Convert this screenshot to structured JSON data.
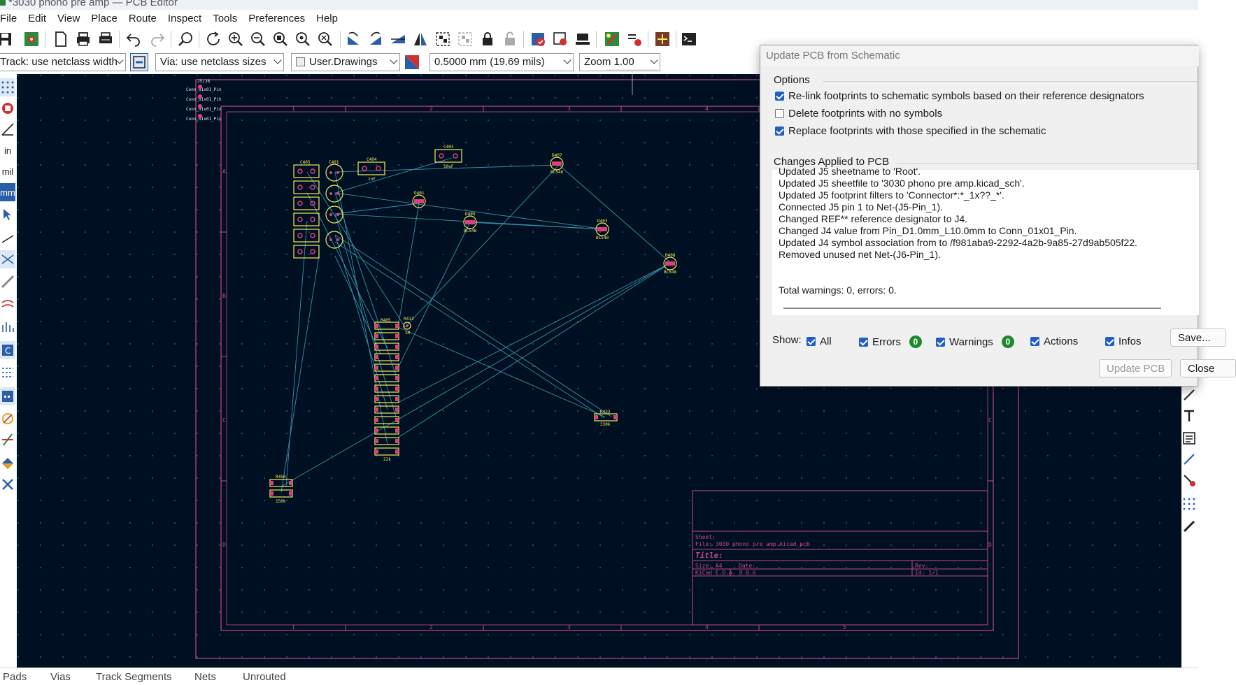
{
  "window": {
    "title": "*3030 phono pre amp — PCB Editor"
  },
  "menu": [
    "File",
    "Edit",
    "View",
    "Place",
    "Route",
    "Inspect",
    "Tools",
    "Preferences",
    "Help"
  ],
  "toolbar2": {
    "track": "Track: use netclass width",
    "via": "Via: use netclass sizes",
    "layer": "User.Drawings",
    "grid": "0.5000 mm (19.69 mils)",
    "zoom": "Zoom 1.00"
  },
  "left_toolbar": {
    "units_in": "in",
    "units_mil": "mil",
    "units_mm": "mm"
  },
  "board": {
    "col_labels": [
      "1",
      "2",
      "3",
      "4",
      "5"
    ],
    "row_labels": [
      "A",
      "B",
      "C",
      "D"
    ],
    "title_block": {
      "sheet": "Sheet:",
      "file": "File: 3030 phono pre amp.kicad_pcb",
      "title": "Title:",
      "size": "Size: A4",
      "date": "Date:",
      "rev": "Rev:",
      "tool": "KiCad E.D.A. 8.0.6",
      "id": "Id: 1/1"
    },
    "connector": {
      "ref": "J5/J6",
      "pins": [
        "Conn_01x01_Pin",
        "Conn_01x01_Pin",
        "Conn_01x01_Pin",
        "Conn_01x01_Pin"
      ]
    },
    "parts": {
      "c405": "C405",
      "c401": "C401",
      "c404": "C404",
      "c403": "C403",
      "c401_val": "1nF",
      "c404_val": "1nF",
      "c403_val": "10uF",
      "d407": "D407",
      "d401": "D401",
      "d405": "D405",
      "d403": "D403",
      "d408": "D408",
      "d_val": "BC548",
      "r_stack_top": "R405",
      "r413": "R413",
      "r_stack_val": "22k",
      "r413_val": "1M",
      "r432": "R432",
      "r432_val": "330k",
      "r450": "R450",
      "r450_val": "150k"
    }
  },
  "status_bar": [
    "Pads",
    "Vias",
    "Track Segments",
    "Nets",
    "Unrouted"
  ],
  "dialog": {
    "title": "Update PCB from Schematic",
    "options_title": "Options",
    "options": [
      {
        "label": "Re-link footprints to schematic symbols based on their reference designators",
        "checked": true
      },
      {
        "label": "Delete footprints with no symbols",
        "checked": false
      },
      {
        "label": "Replace footprints with those specified in the schematic",
        "checked": true
      }
    ],
    "changes_title": "Changes Applied to PCB",
    "log": [
      "Updated J5 sheetname to 'Root'.",
      "Updated J5 sheetfile to '3030 phono pre amp.kicad_sch'.",
      "Updated J5 footprint filters to 'Connector*:*_1x??_*'.",
      "Connected J5 pin 1 to Net-(J5-Pin_1).",
      "Changed REF** reference designator to J4.",
      "Changed J4 value from Pin_D1.0mm_L10.0mm to Conn_01x01_Pin.",
      "Updated J4 symbol association from  to /f981aba9-2292-4a2b-9a85-27d9ab505f22.",
      "Removed unused net Net-(J6-Pin_1)."
    ],
    "summary": "Total warnings: 0, errors: 0.",
    "show_label": "Show:",
    "filters": {
      "all": "All",
      "errors": "Errors",
      "errors_count": "0",
      "warnings": "Warnings",
      "warnings_count": "0",
      "actions": "Actions",
      "infos": "Infos"
    },
    "save_button": "Save...",
    "update_button": "Update PCB",
    "close_button": "Close"
  },
  "colors": {
    "canvas": "#001023",
    "board_outline": "#c2488f",
    "ratsnest": "#3fa9c0",
    "footprint": "#f2ec5c",
    "pad": "#e0407a"
  }
}
